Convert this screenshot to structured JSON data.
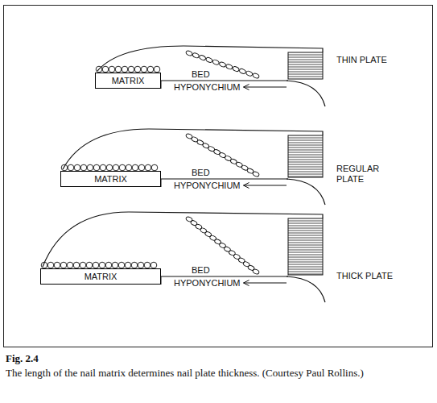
{
  "diagram": {
    "caption": "The length of the nail matrix determines nail plate thickness. (Courtesy Paul Rollins.)",
    "nodes": [
      {
        "text": [
          "MATRIX"
        ]
      },
      {
        "text": [
          "MATRIX"
        ]
      },
      {
        "text": [
          "MATRIX"
        ]
      }
    ],
    "labels": [
      "THIN PLATE",
      "BED",
      "HYPONYCHIUM",
      "REGULAR PLATE",
      "BED",
      "HYPONYCHIUM",
      "THICK PLATE",
      "BED",
      "HYPONYCHIUM",
      "Fig. 2.4"
    ]
  }
}
